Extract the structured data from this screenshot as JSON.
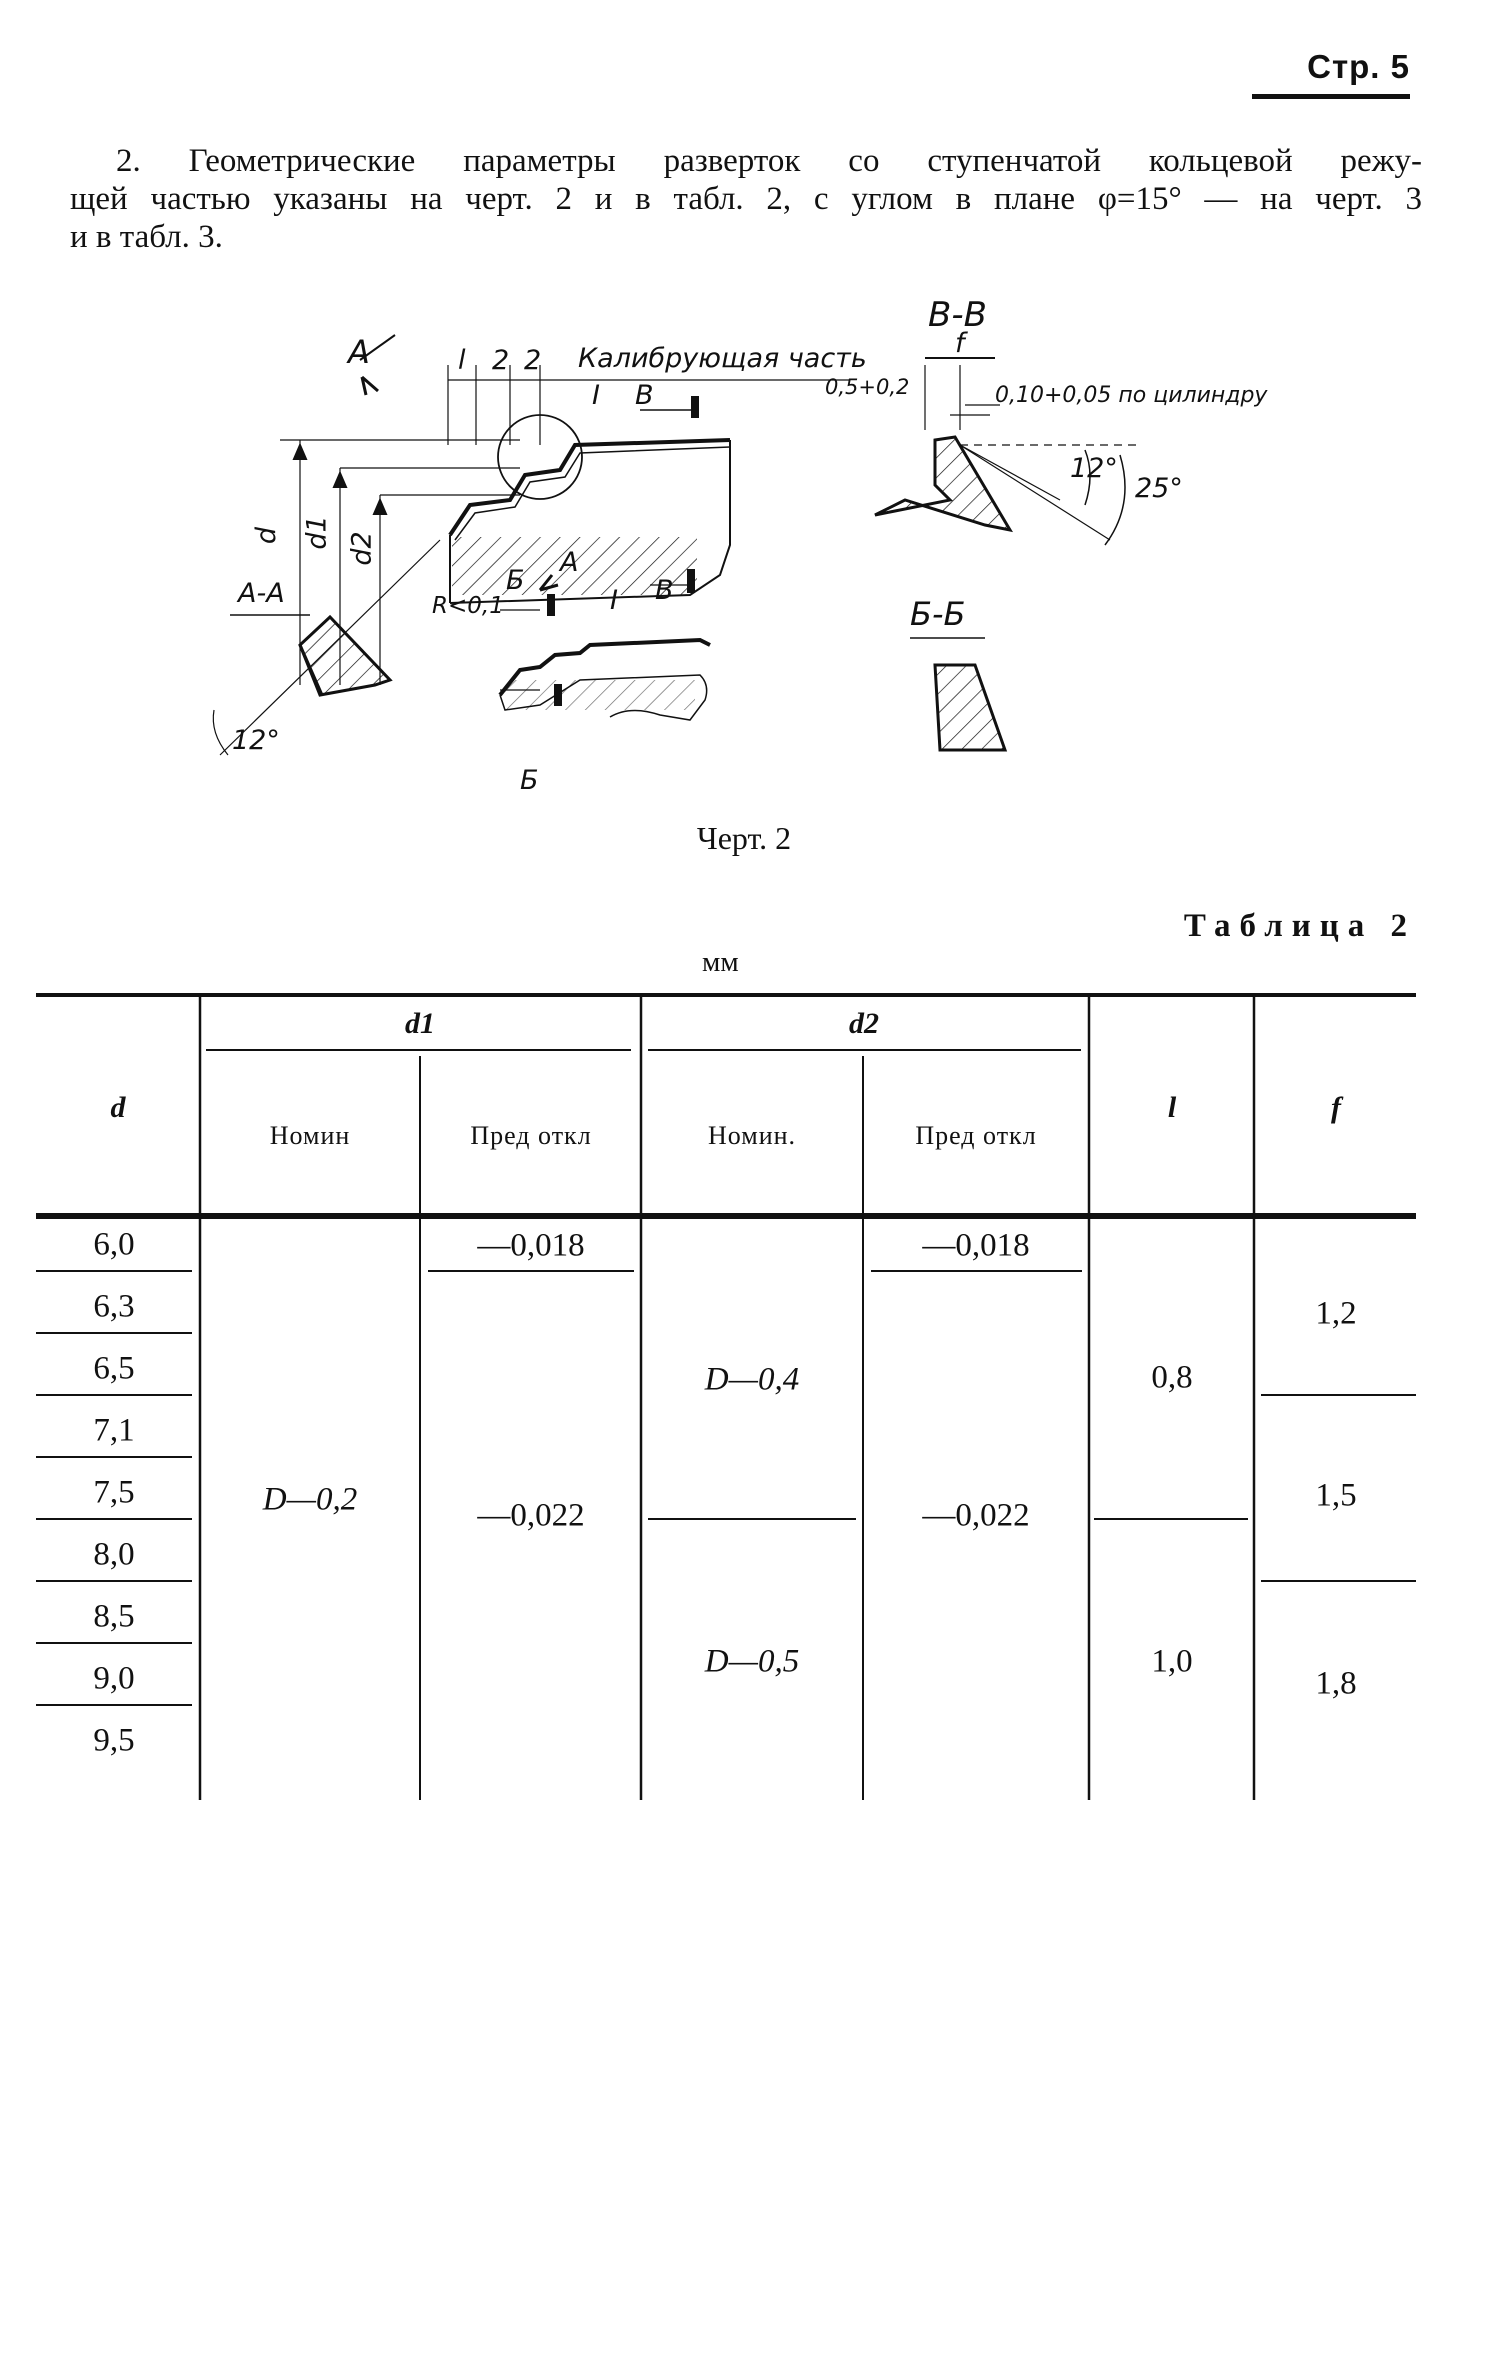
{
  "page": {
    "number_label": "Стр. 5"
  },
  "paragraph": {
    "lines": [
      "2. Геометрические параметры разверток со ступенчатой  кольцевой режу-",
      "щей частью указаны на черт. 2 и в табл. 2, с углом в плане φ=15° — на черт. 3",
      "и в табл. 3."
    ]
  },
  "figure": {
    "caption": "Черт. 2",
    "labels": {
      "view_a": "А",
      "dim_l": "l",
      "dim_2a": "2",
      "dim_2b": "2",
      "calibrating_part": "Калибрующая часть",
      "detail_i": "I",
      "section_v": "В",
      "d": "d",
      "d1": "d1",
      "d2": "d2",
      "section_aa": "А-А",
      "angle_12_left": "12°",
      "b_arrow": "Б",
      "a_arrow": "А",
      "radius": "R<0,1",
      "detail_i_title": "I",
      "b_bottom": "Б",
      "v_arrow2": "В",
      "section_vv": "В-В",
      "f": "f",
      "tol_05": "0,5+0,2",
      "tol_010": "0,10+0,05 по цилиндру",
      "angle_12": "12°",
      "angle_25": "25°",
      "section_bb": "Б-Б"
    }
  },
  "table": {
    "title": "Таблица 2",
    "units": "мм",
    "header": {
      "d": "d",
      "d1": "d1",
      "d2": "d2",
      "l": "l",
      "f": "f",
      "nominal_d1": "Номин",
      "deviation_d1": "Пред откл",
      "nominal_d2": "Номин.",
      "deviation_d2": "Пред откл"
    },
    "d_values": [
      "6,0",
      "6,3",
      "6,5",
      "7,1",
      "7,5",
      "8,0",
      "8,5",
      "9,0",
      "9,5"
    ],
    "d1_nominal": "D—0,2",
    "d1_deviation_first": "—0,018",
    "d1_deviation_rest": "—0,022",
    "d2_nominal_upper": "D—0,4",
    "d2_nominal_lower": "D—0,5",
    "d2_deviation_first": "—0,018",
    "d2_deviation_rest": "—0,022",
    "l_upper": "0,8",
    "l_lower": "1,0",
    "f_values": [
      "1,2",
      "1,5",
      "1,8"
    ]
  }
}
